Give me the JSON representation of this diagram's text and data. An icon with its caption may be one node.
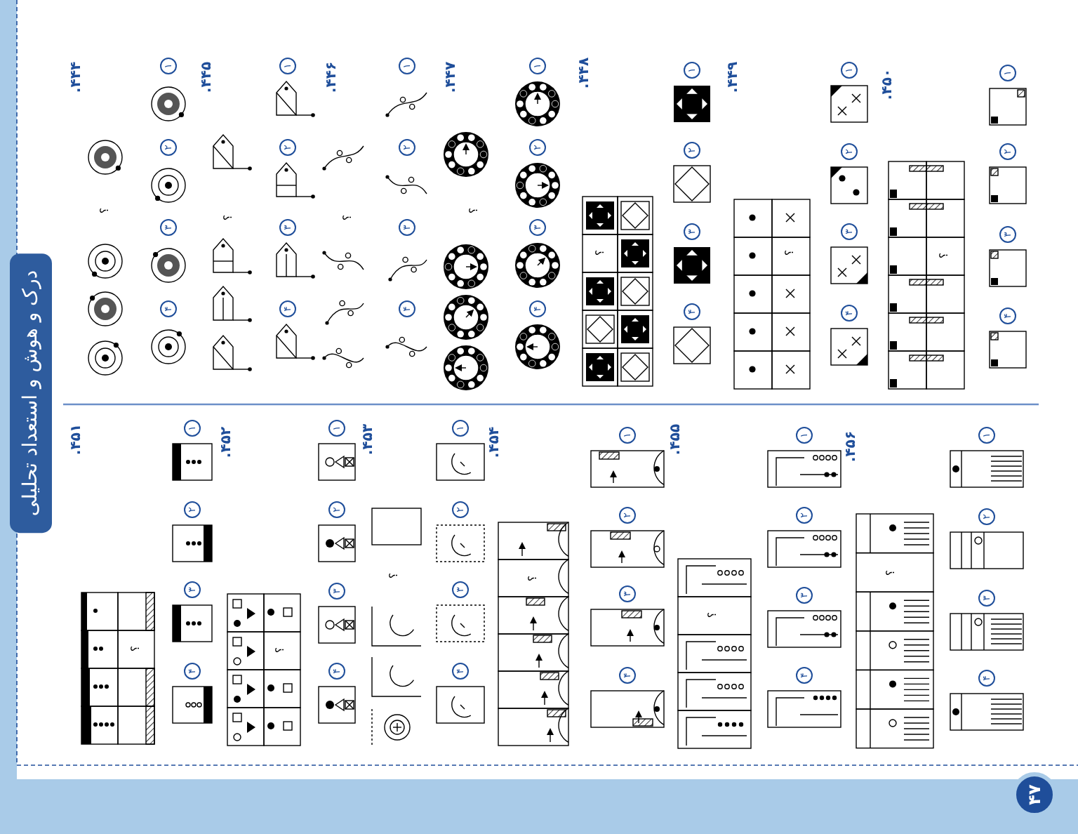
{
  "diagram": {
    "labels": [
      "درک و هوش و استعداد تحلیلی",
      "۴۴۴.",
      "۱",
      "۲",
      "۳",
      "۴",
      "؟",
      "۴۴۵.",
      "۱",
      "۲",
      "۳",
      "۴",
      "؟",
      "۴۴۶.",
      "۱",
      "۲",
      "۳",
      "۴",
      "؟",
      "۴۴۷.",
      "۱",
      "۲",
      "۳",
      "۴",
      "؟",
      "۴۴۸.",
      "۱",
      "۲",
      "۳",
      "۴",
      "؟",
      "۴۴۹.",
      "۱",
      "۲",
      "۳",
      "۴",
      "؟",
      "۴۵۰.",
      "۱",
      "۲",
      "۳",
      "۴",
      "؟",
      "۴۵۱.",
      "۱",
      "۲",
      "۳",
      "۴",
      "؟",
      "۴۵۲.",
      "۱",
      "۲",
      "۳",
      "۴",
      "؟",
      "۴۵۳.",
      "۱",
      "۲",
      "۳",
      "۴",
      "؟",
      "۴۵۴.",
      "۱",
      "۲",
      "۳",
      "۴",
      "؟",
      "۴۵۵.",
      "۱",
      "۲",
      "۳",
      "۴",
      "؟",
      "۴۵۶.",
      "۱",
      "۲",
      "۳",
      "۴",
      "؟",
      "۴۷"
    ]
  }
}
